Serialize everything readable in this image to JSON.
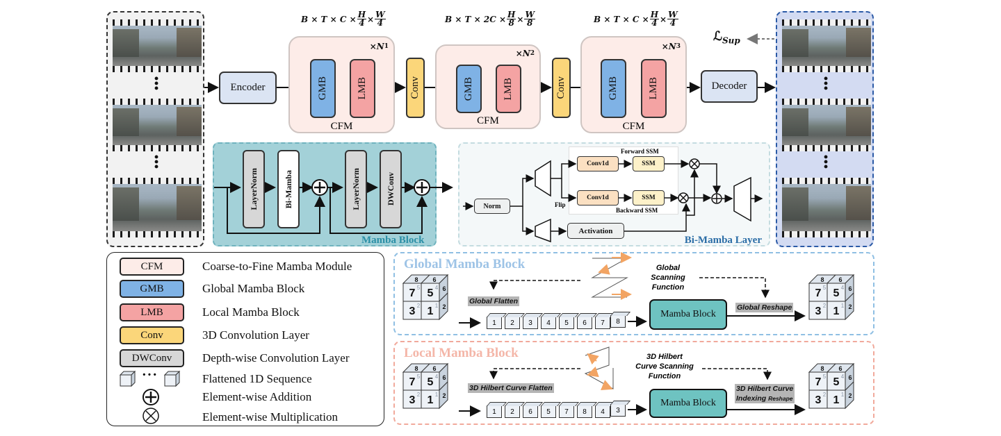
{
  "colors": {
    "cfm_fill": "#fdece8",
    "gmb_fill": "#7fb2e5",
    "lmb_fill": "#f4a3a3",
    "conv_fill": "#fbd67a",
    "dwconv_fill": "#d7d7d7",
    "encoder_fill": "#dbe4f3",
    "mamba_block_bg": "#a3d1d8",
    "mamba_block_title": "#2b8fa6",
    "bimamba_title": "#2b6da6",
    "conv1d_fill": "#fbe0c2",
    "ssm_fill": "#fdf1c9",
    "global_title": "#9dc3e6",
    "local_title": "#f4b6a8",
    "mamba_box_fill": "#6ec3c1",
    "output_panel_bg": "#d3dbf2"
  },
  "pipeline": {
    "encoder": "Encoder",
    "decoder": "Decoder",
    "loss": "ℒ",
    "loss_sub": "Sup",
    "stage1": {
      "gmb": "GMB",
      "lmb": "LMB",
      "label": "CFM",
      "repeat": "× ",
      "repeat_n": "N",
      "repeat_sub": "1"
    },
    "conv1": "Conv",
    "stage2": {
      "gmb": "GMB",
      "lmb": "LMB",
      "label": "CFM",
      "repeat": "× ",
      "repeat_n": "N",
      "repeat_sub": "2"
    },
    "conv2": "Conv",
    "stage3": {
      "gmb": "GMB",
      "lmb": "LMB",
      "label": "CFM",
      "repeat": "× ",
      "repeat_n": "N",
      "repeat_sub": "3"
    },
    "dim1": {
      "prefix": "B × T × C ×",
      "f1_num": "H",
      "f1_den": "4",
      "mid": "×",
      "f2_num": "W",
      "f2_den": "4"
    },
    "dim2": {
      "prefix": "B × T × 2C ×",
      "f1_num": "H",
      "f1_den": "8",
      "mid": "×",
      "f2_num": "W",
      "f2_den": "8"
    },
    "dim3": {
      "prefix": "B × T × C ×",
      "f1_num": "H",
      "f1_den": "4",
      "mid": "×",
      "f2_num": "W",
      "f2_den": "4"
    }
  },
  "mamba_block": {
    "title": "Mamba Block",
    "layernorm1": "LayerNorm",
    "bimamba": "Bi-Mamba",
    "layernorm2": "LayerNorm",
    "dwconv": "DWConv",
    "plus": "+"
  },
  "bimamba_layer": {
    "title": "Bi-Mamba Layer",
    "norm": "Norm",
    "forward_ssm": "Forward SSM",
    "backward_ssm": "Backward SSM",
    "conv1d_top": "Conv1d",
    "ssm_top": "SSM",
    "conv1d_bottom": "Conv1d",
    "ssm_bottom": "SSM",
    "flip": "Flip",
    "activation": "Activation"
  },
  "legend": [
    {
      "swatch": "CFM",
      "text": "Coarse-to-Fine Mamba Module"
    },
    {
      "swatch": "GMB",
      "text": "Global Mamba Block"
    },
    {
      "swatch": "LMB",
      "text": "Local Mamba Block"
    },
    {
      "swatch": "Conv",
      "text": "3D Convolution Layer"
    },
    {
      "swatch": "DWConv",
      "text": "Depth-wise Convolution Layer"
    },
    {
      "swatch": "cubes",
      "text": "Flattened 1D Sequence"
    },
    {
      "swatch": "add",
      "text": "Element-wise Addition"
    },
    {
      "swatch": "mul",
      "text": "Element-wise Multiplication"
    }
  ],
  "legend_dots": "···",
  "global_block": {
    "title": "Global Mamba Block",
    "flatten": "Global Flatten",
    "scan_label": "Global\nScanning\nFunction",
    "mamba": "Mamba Block",
    "reshape": "Global Reshape",
    "sequence": [
      "1",
      "2",
      "3",
      "4",
      "5",
      "6",
      "7",
      "8"
    ]
  },
  "local_block": {
    "title": "Local Mamba Block",
    "flatten": "3D Hilbert Curve Flatten",
    "scan_label": "3D Hilbert\nCurve Scanning\nFunction",
    "mamba": "Mamba Block",
    "reshape_main": "3D Hilbert Curve",
    "reshape_line2": "Indexing",
    "reshape_small": "Reshape",
    "sequence": [
      "1",
      "2",
      "6",
      "5",
      "7",
      "8",
      "4",
      "3"
    ]
  },
  "cube_numbers": {
    "front_top": [
      "7",
      "5"
    ],
    "front_bottom": [
      "3",
      "1"
    ],
    "top_row": [
      "8",
      "6"
    ],
    "side": [
      "6",
      "2"
    ],
    "inner": [
      "5",
      "4",
      "2",
      "1"
    ]
  }
}
